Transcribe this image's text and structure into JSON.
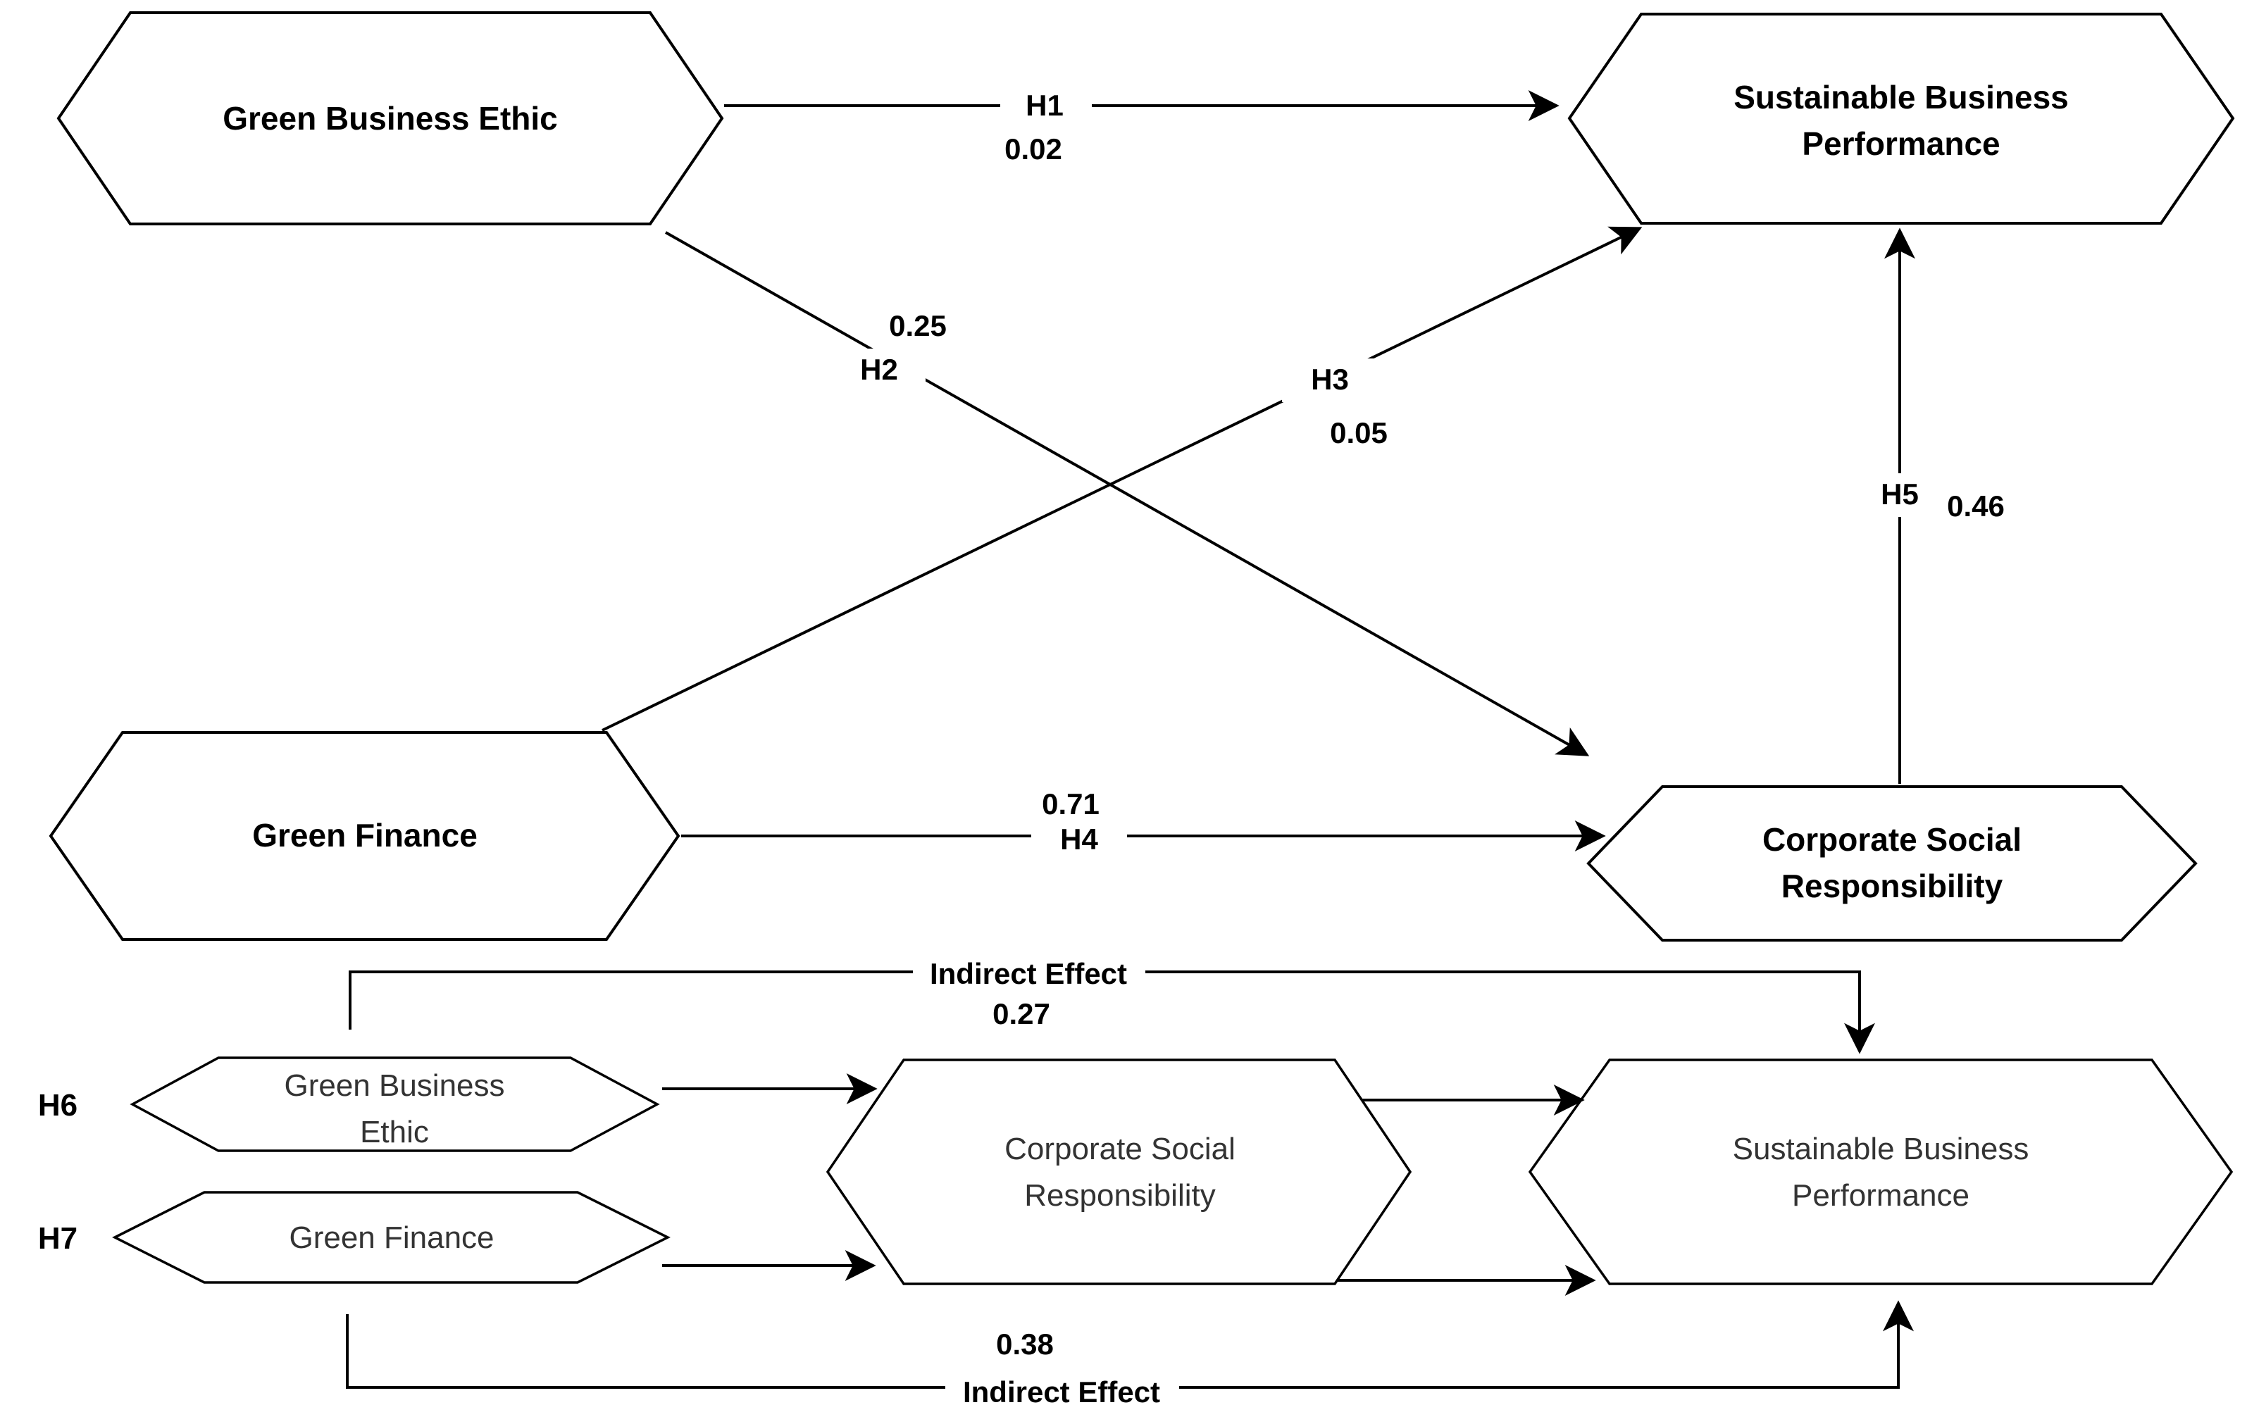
{
  "diagram": {
    "title": "Structural model: green business ethic, green finance, CSR and sustainable business performance",
    "colors": {
      "stroke": "#000000",
      "node_fill": "#ffffff",
      "muted_text": "#333333"
    },
    "nodes": {
      "gbe_top": {
        "label_lines": [
          "Green Business Ethic"
        ]
      },
      "sbp_top": {
        "label_lines": [
          "Sustainable Business",
          "Performance"
        ]
      },
      "gf_top": {
        "label_lines": [
          "Green Finance"
        ]
      },
      "csr_top": {
        "label_lines": [
          "Corporate Social",
          "Responsibility"
        ]
      },
      "gbe_small": {
        "label_lines": [
          "Green Business",
          "Ethic"
        ]
      },
      "gf_small": {
        "label_lines": [
          "Green Finance"
        ]
      },
      "csr_small": {
        "label_lines": [
          "Corporate Social",
          "Responsibility"
        ]
      },
      "sbp_small": {
        "label_lines": [
          "Sustainable Business",
          "Performance"
        ]
      }
    },
    "hypotheses": {
      "h1": {
        "id": "H1",
        "value": "0.02"
      },
      "h2": {
        "id": "H2",
        "value": "0.25"
      },
      "h3": {
        "id": "H3",
        "value": "0.05"
      },
      "h4": {
        "id": "H4",
        "value": "0.71"
      },
      "h5": {
        "id": "H5",
        "value": "0.46"
      },
      "h6": {
        "id": "H6"
      },
      "h7": {
        "id": "H7"
      }
    },
    "indirect_effects": {
      "top": {
        "label": "Indirect Effect",
        "value": "0.27"
      },
      "bottom": {
        "label": "Indirect Effect",
        "value": "0.38"
      }
    }
  }
}
